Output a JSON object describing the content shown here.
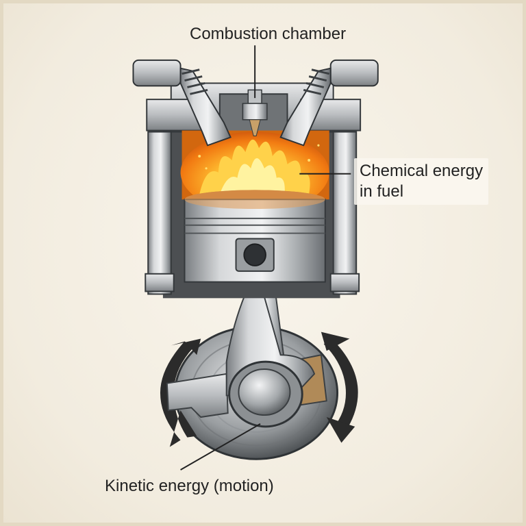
{
  "labels": {
    "combustion_chamber": "Combustion chamber",
    "chemical_energy_line1": "Chemical energy",
    "chemical_energy_line2": "in fuel",
    "kinetic_energy": "Kinetic energy (motion)"
  },
  "colors": {
    "background": "#f4efe3",
    "metal_light": "#d9dbdc",
    "metal_dark": "#6d7174",
    "flame_core": "#fff3a0",
    "flame_outer": "#f07a10",
    "arrow": "#2b2b2b"
  }
}
